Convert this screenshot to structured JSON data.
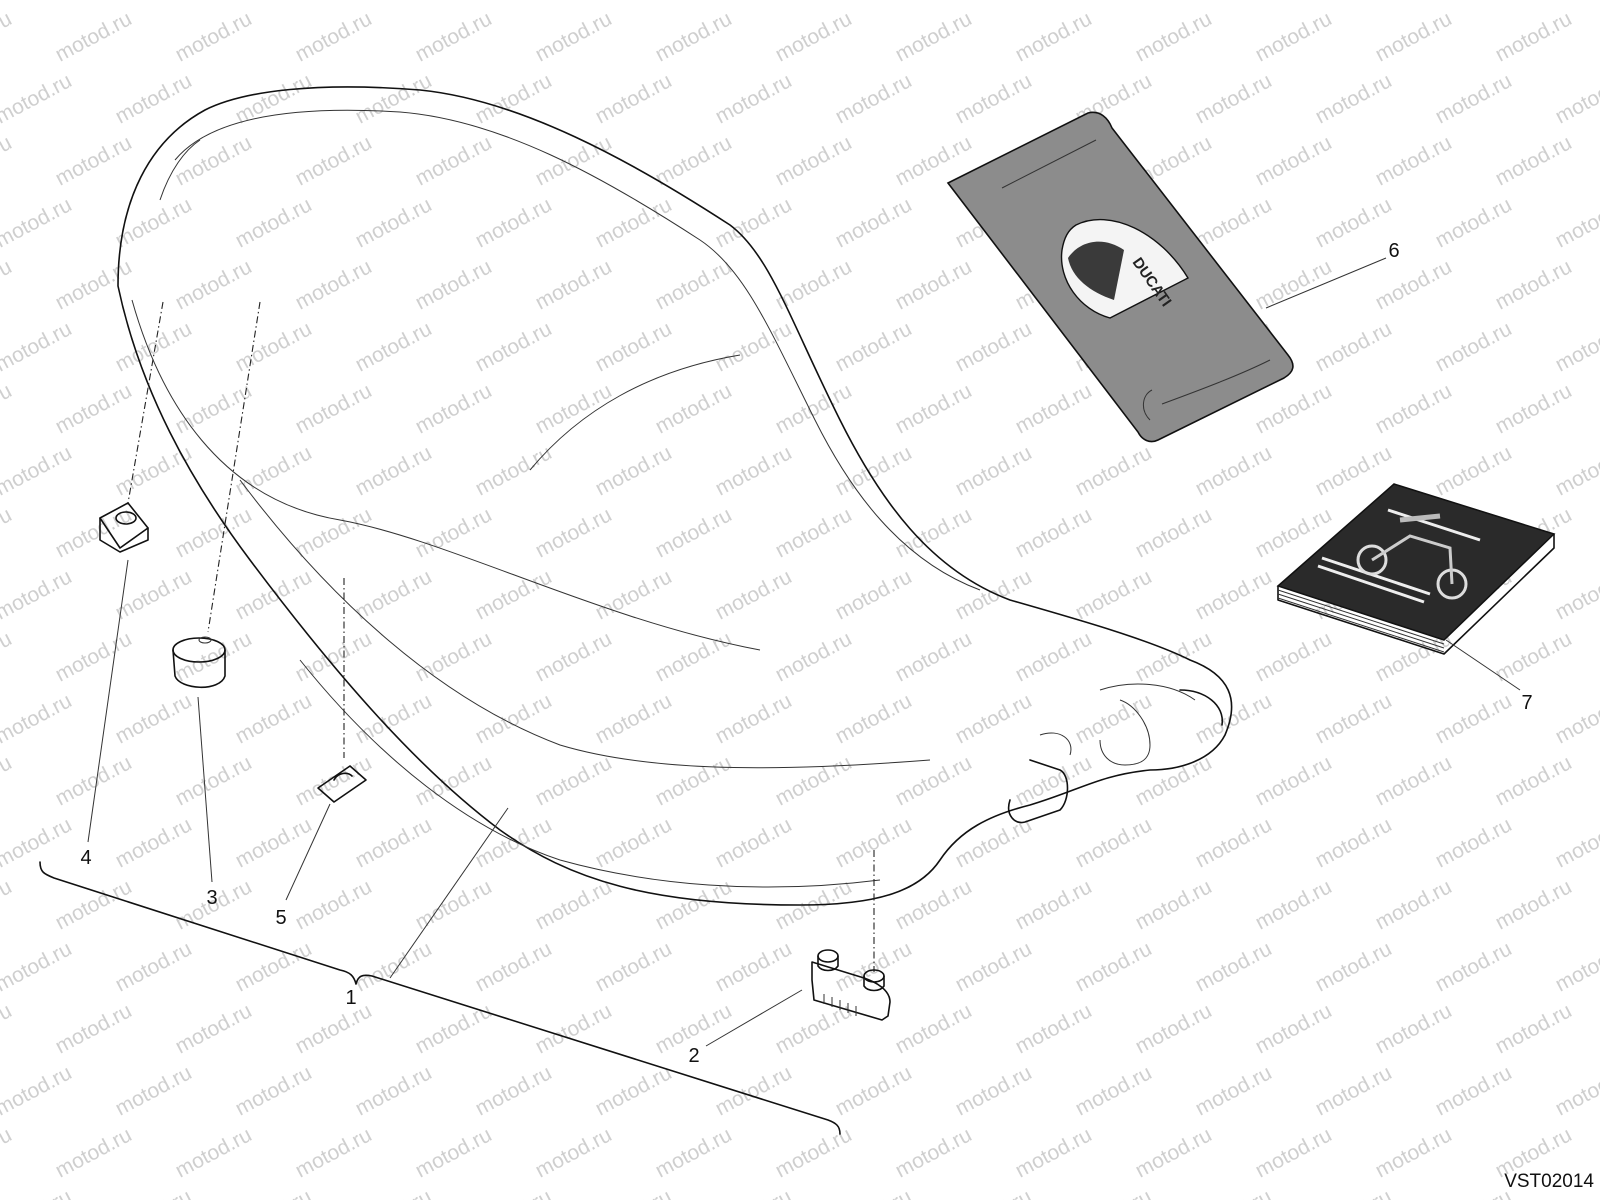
{
  "diagram": {
    "drawing_code": "VST02014",
    "watermark_text": "motod.ru",
    "callouts": [
      {
        "id": "1",
        "label": "1"
      },
      {
        "id": "2",
        "label": "2"
      },
      {
        "id": "3",
        "label": "3"
      },
      {
        "id": "4",
        "label": "4"
      },
      {
        "id": "5",
        "label": "5"
      },
      {
        "id": "6",
        "label": "6"
      },
      {
        "id": "7",
        "label": "7"
      }
    ],
    "cover_logo_text": "DUCATI"
  }
}
